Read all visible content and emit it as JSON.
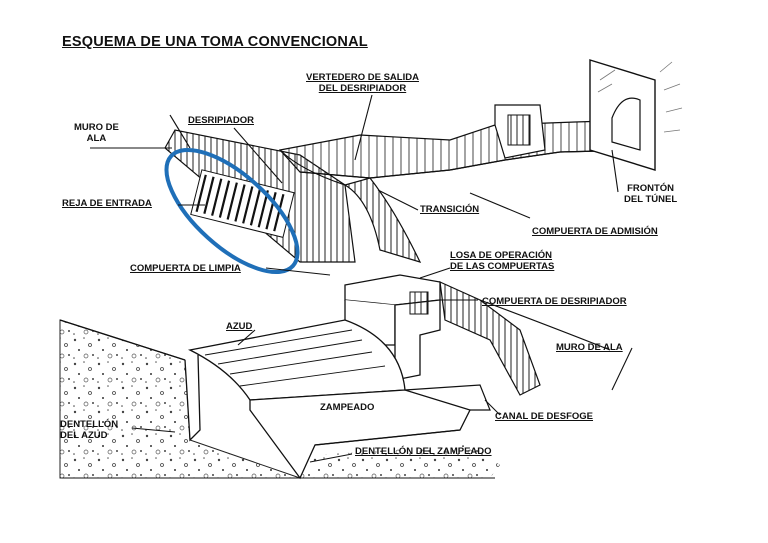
{
  "title": "ESQUEMA DE UNA TOMA CONVENCIONAL",
  "labels": {
    "vertedero": [
      "VERTEDERO DE SALIDA",
      "DEL DESRIPIADOR"
    ],
    "muro_ala_left": [
      "MURO DE",
      "ALA"
    ],
    "desripiador": "DESRIPIADOR",
    "reja_entrada": "REJA DE ENTRADA",
    "compuerta_limpia": "COMPUERTA DE LIMPIA",
    "transicion": "TRANSICIÓN",
    "compuerta_admision": "COMPUERTA DE ADMISIÓN",
    "fronton": [
      "FRONTÓN",
      "DEL TÚNEL"
    ],
    "losa": [
      "LOSA DE OPERACIÓN",
      "DE LAS COMPUERTAS"
    ],
    "compuerta_desripiador": "COMPUERTA DE DESRIPIADOR",
    "azud": "AZUD",
    "muro_ala_right": "MURO DE ALA",
    "zampeado": "ZAMPEADO",
    "dentellon_azud": [
      "DENTELLÓN",
      "DEL AZUD"
    ],
    "canal_desfoge": "CANAL DE DESFOGE",
    "dentellon_zampeado": "DENTELLÓN DEL ZAMPEADO"
  },
  "colors": {
    "line": "#111111",
    "highlight_ellipse": "#1f6fb8"
  }
}
